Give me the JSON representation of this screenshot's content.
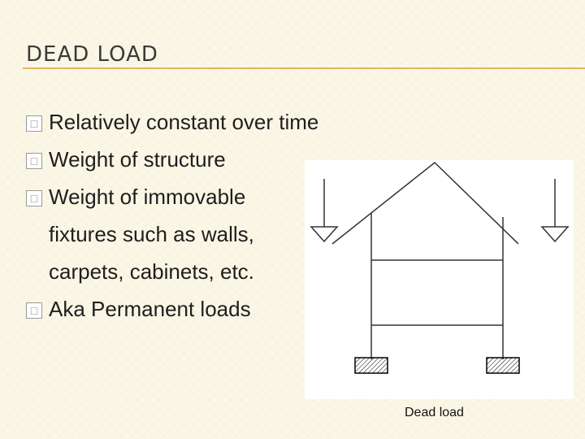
{
  "slide": {
    "title": "DEAD LOAD",
    "bullets": [
      {
        "text": "Relatively constant over time"
      },
      {
        "text": "Weight of structure"
      },
      {
        "text": "Weight of immovable fixtures such as walls, carpets, cabinets, etc."
      },
      {
        "text": "Aka Permanent loads"
      }
    ],
    "bullet_glyph": "box-icon",
    "accent_color": "#e2b65a"
  },
  "figure": {
    "caption": "Dead load"
  }
}
